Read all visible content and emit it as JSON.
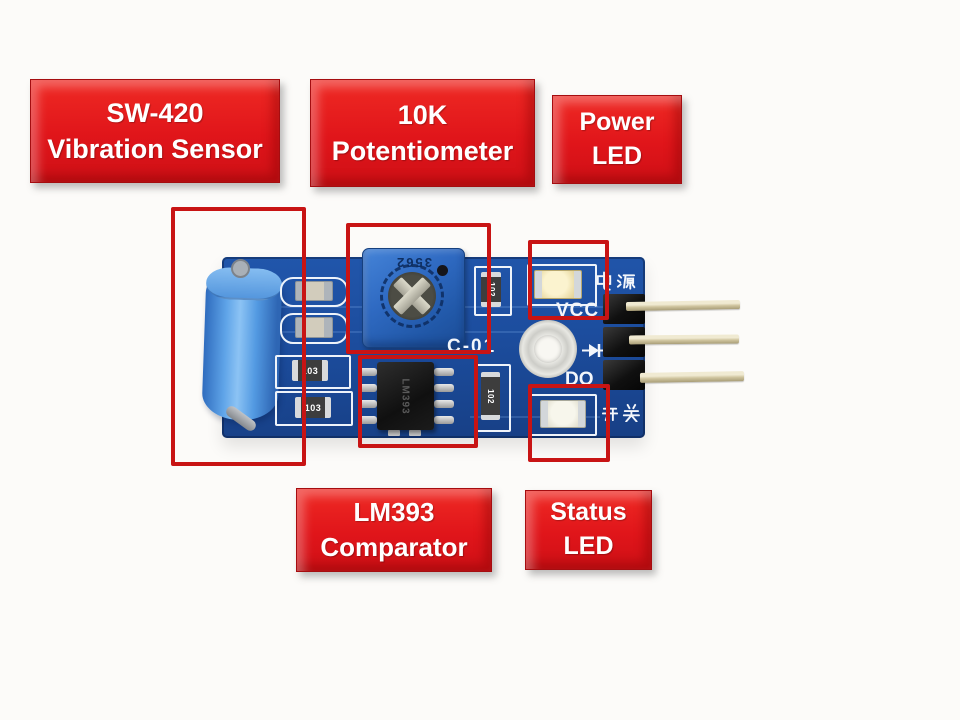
{
  "scene": {
    "background": "#fcfbf9"
  },
  "colors": {
    "callout_red": "#e0151a",
    "annotation_red": "#c81414",
    "pcb_blue": "#1c4d9e",
    "silkscreen_white": "#f3f6fb"
  },
  "callouts": [
    {
      "id": "sw420",
      "line1": "SW-420",
      "line2": "Vibration Sensor"
    },
    {
      "id": "potentiometer",
      "line1": "10K",
      "line2": "Potentiometer"
    },
    {
      "id": "power-led",
      "line1": "Power",
      "line2": "LED"
    },
    {
      "id": "lm393",
      "line1": "LM393",
      "line2": "Comparator"
    },
    {
      "id": "status-led",
      "line1": "Status",
      "line2": "LED"
    }
  ],
  "pcb": {
    "silkscreen": {
      "vcc": "VCC",
      "do": "DO",
      "power_cn": "电源",
      "switch_cn": "开关",
      "model": "C-01"
    },
    "markings": {
      "potentiometer": "3562",
      "resistor_103": "103",
      "resistor_102": "102",
      "ic": "LM393"
    }
  }
}
